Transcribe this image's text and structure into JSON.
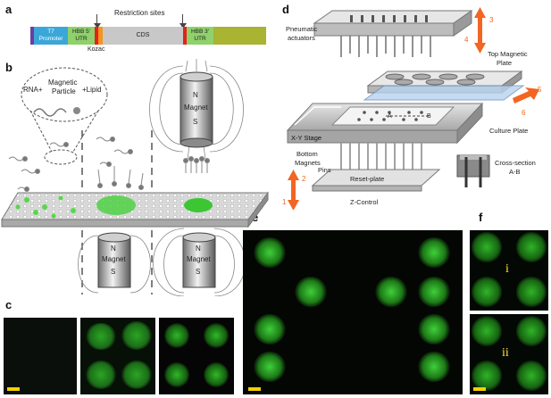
{
  "panels": {
    "a": "a",
    "b": "b",
    "c": "c",
    "d": "d",
    "e": "e",
    "f": "f"
  },
  "panel_a": {
    "restriction_sites": "Restriction sites",
    "t7": [
      "T7",
      "Promoter"
    ],
    "hbb5": [
      "HBB 5'",
      "UTR"
    ],
    "cds": "CDS",
    "hbb3": [
      "HBB 3'",
      "UTR"
    ],
    "kozac": "Kozac",
    "colors": {
      "purple": "#6a3fa0",
      "blue": "#3ba7d9",
      "green": "#8fd16a",
      "red": "#e2231a",
      "orange": "#f7931e",
      "gray": "#c8c8c8",
      "olive": "#a8b432"
    }
  },
  "panel_b": {
    "rna": "RNA+",
    "magnetic": "Magnetic",
    "particle": "Particle",
    "lipid": "+Lipid",
    "magnet_top": {
      "n": "N",
      "label": "Magnet",
      "s": "S"
    },
    "magnet_bottom_1": {
      "n": "N",
      "label": "Magnet",
      "s": "S"
    },
    "magnet_bottom_2": {
      "n": "N",
      "label": "Magnet",
      "s": "S"
    }
  },
  "panel_d": {
    "pneumatic": [
      "Pneumatic",
      "actuators"
    ],
    "top_magnetic": [
      "Top Magnetic",
      "Plate"
    ],
    "culture": "Culture Plate",
    "xy": "X-Y Stage",
    "bottom": [
      "Bottom",
      "Magnets"
    ],
    "pins": "Pins",
    "reset": "Reset-plate",
    "zcontrol": "Z-Control",
    "cross": [
      "Cross-section",
      "A-B"
    ],
    "a": "A",
    "b": "B",
    "nums": [
      "1",
      "2",
      "3",
      "4",
      "5",
      "6"
    ],
    "arrow_color": "#f26522"
  },
  "panel_f": {
    "i": "i",
    "ii": "ii"
  },
  "colors": {
    "fluorescence": "#3fcf3a",
    "scalebar": "#f2d100"
  }
}
